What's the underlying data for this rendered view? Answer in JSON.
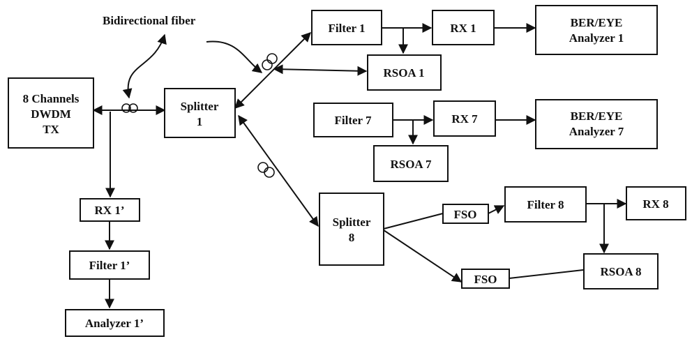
{
  "annotation": "Bidirectional fiber",
  "blocks": {
    "tx": [
      "8 Channels",
      "DWDM",
      "TX"
    ],
    "splitter1": [
      "Splitter",
      "1"
    ],
    "filter1": "Filter 1",
    "rx1": "RX 1",
    "ber1": [
      "BER/EYE",
      "Analyzer 1"
    ],
    "rsoa1": "RSOA 1",
    "filter7": "Filter 7",
    "rx7": "RX 7",
    "ber7": [
      "BER/EYE",
      "Analyzer 7"
    ],
    "rsoa7": "RSOA 7",
    "splitter8": [
      "Splitter",
      "8"
    ],
    "fso_top": "FSO",
    "fso_bottom": "FSO",
    "filter8": "Filter 8",
    "rx8": "RX 8",
    "rsoa8": "RSOA 8",
    "rx1p": "RX 1’",
    "filter1p": "Filter 1’",
    "analyzer1p": "Analyzer 1’"
  }
}
